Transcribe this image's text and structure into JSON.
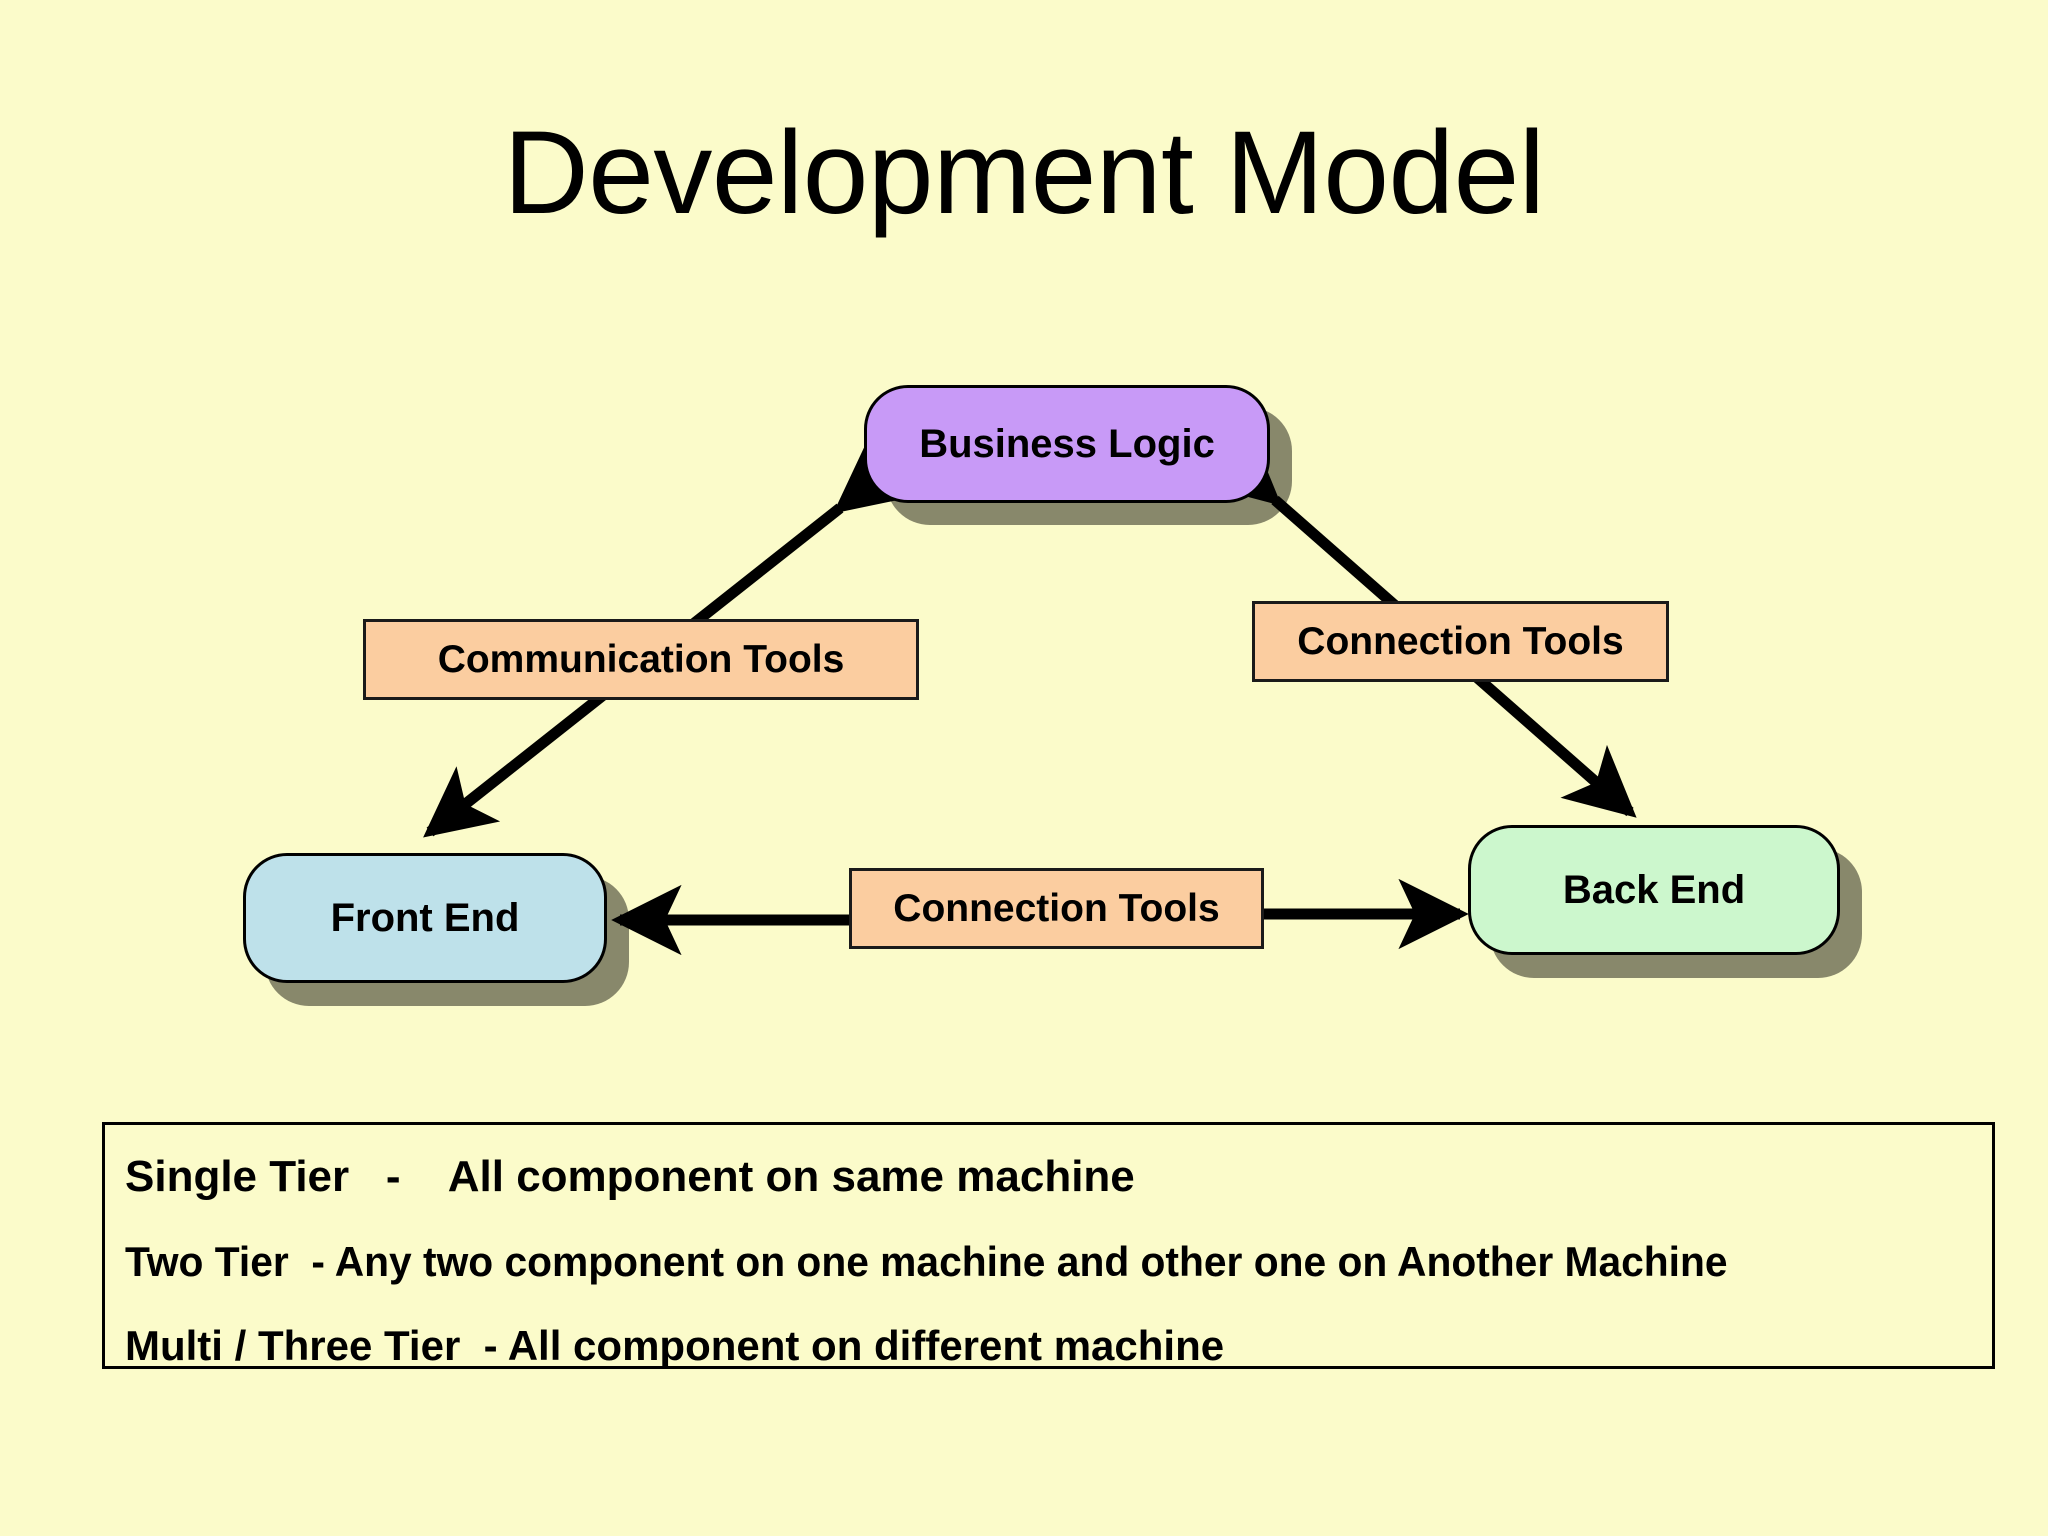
{
  "slide": {
    "background_color": "#fbfbca",
    "title": "Development Model"
  },
  "diagram": {
    "nodes": [
      {
        "id": "business-logic",
        "label": "Business Logic",
        "shape": "rounded-rectangle",
        "fill": "#c89af7",
        "shadow": true
      },
      {
        "id": "front-end",
        "label": "Front End",
        "shape": "rounded-rectangle",
        "fill": "#bee1ea",
        "shadow": true
      },
      {
        "id": "back-end",
        "label": "Back End",
        "shape": "rounded-rectangle",
        "fill": "#ccf7cd",
        "shadow": true
      }
    ],
    "edge_labels": [
      {
        "id": "communication-tools",
        "label": "Communication Tools",
        "fill": "#fbcda0",
        "between": "front-end <-> business-logic"
      },
      {
        "id": "connection-tools-right",
        "label": "Connection Tools",
        "fill": "#fbcda0",
        "between": "business-logic <-> back-end"
      },
      {
        "id": "connection-tools-bottom",
        "label": "Connection Tools",
        "fill": "#fbcda0",
        "between": "front-end <-> back-end"
      }
    ],
    "connectors": [
      {
        "id": "front-end-to-business-logic",
        "style": "double-headed diagonal",
        "color": "#000000"
      },
      {
        "id": "business-logic-to-back-end",
        "style": "double-headed diagonal",
        "color": "#000000"
      },
      {
        "id": "front-end-to-back-end",
        "style": "double-headed horizontal",
        "color": "#000000"
      }
    ]
  },
  "notes": {
    "lines": [
      "Single Tier   -    All component on same machine",
      "Two Tier  - Any two component on one machine and other one on Another Machine",
      "Multi / Three Tier  - All component on different machine"
    ]
  }
}
